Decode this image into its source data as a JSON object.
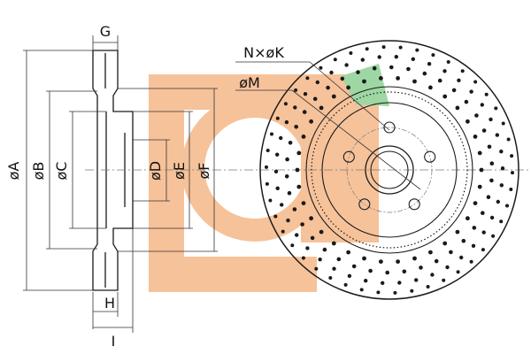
{
  "labels": {
    "g": "G",
    "h": "H",
    "i": "I",
    "a": "øA",
    "b": "øB",
    "c": "øC",
    "d": "øD",
    "e": "øE",
    "f": "øF",
    "nk": "N×øK",
    "m": "øM"
  },
  "colors": {
    "watermark_orange": "#f6c29a",
    "watermark_green": "#9ed7a4",
    "line": "#1a1a1a",
    "dim_line": "#333333",
    "center_line": "#777777"
  }
}
